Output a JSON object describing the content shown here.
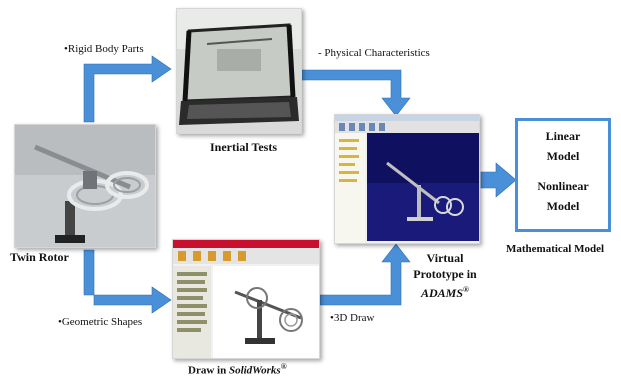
{
  "colors": {
    "arrow": "#4a90d9",
    "box_border": "#4a90d9"
  },
  "labels": {
    "rigid_body": "•Rigid Body Parts",
    "physical": "- Physical Characteristics",
    "inertial": "Inertial Tests",
    "twin_rotor": "Twin Rotor",
    "geometric": "•Geometric Shapes",
    "draw_in": "Draw in ",
    "solidworks": "SolidWorks",
    "reg": "®",
    "threed": "•3D Draw",
    "virtual": "Virtual",
    "prototype_in": "Prototype in",
    "adams": "ADAMS",
    "math_model": "Mathematical Model"
  },
  "model_box": {
    "linear": "Linear",
    "model1": "Model",
    "nonlinear": "Nonlinear",
    "model2": "Model"
  },
  "icons": [
    "inertial-test-photo",
    "twin-rotor-photo",
    "solidworks-screenshot",
    "adams-screenshot"
  ]
}
